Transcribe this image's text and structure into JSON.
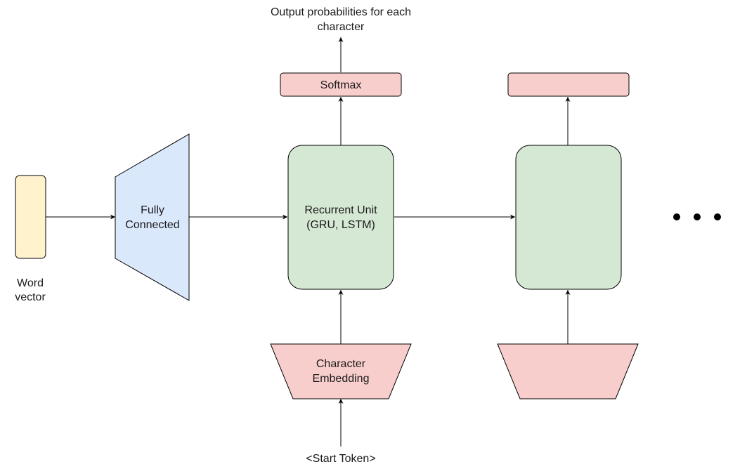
{
  "colors": {
    "word_vector_fill": "#fff2cc",
    "fully_connected_fill": "#dae8fc",
    "recurrent_fill": "#d5e8d4",
    "softmax_fill": "#f8cecc",
    "embedding_fill": "#f8cecc",
    "stroke": "#000000"
  },
  "nodes": {
    "word_vector": {
      "label_line1": "Word",
      "label_line2": "vector"
    },
    "fully_connected": {
      "label_line1": "Fully",
      "label_line2": "Connected"
    },
    "recurrent_unit_1": {
      "label_line1": "Recurrent Unit",
      "label_line2": "(GRU, LSTM)"
    },
    "recurrent_unit_2": {
      "label_line1": "",
      "label_line2": ""
    },
    "softmax_1": {
      "label": "Softmax"
    },
    "softmax_2": {
      "label": ""
    },
    "embedding_1": {
      "label_line1": "Character",
      "label_line2": "Embedding"
    },
    "embedding_2": {
      "label_line1": "",
      "label_line2": ""
    }
  },
  "annotations": {
    "output_line1": "Output probabilities for each",
    "output_line2": "character",
    "start_token": "<Start Token>"
  },
  "continuation": {
    "icon": "ellipsis-icon",
    "dot_count": 3
  }
}
